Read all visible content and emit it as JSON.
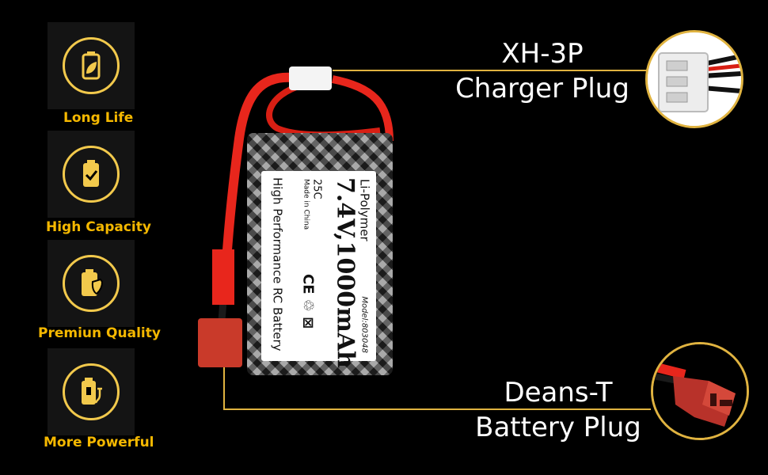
{
  "features": [
    {
      "label": "Long Life",
      "icon": "battery-leaf-icon"
    },
    {
      "label": "High Capacity",
      "icon": "battery-check-icon"
    },
    {
      "label": "Premiun Quality",
      "icon": "battery-shield-icon"
    },
    {
      "label": "More Powerful",
      "icon": "battery-plug-icon"
    }
  ],
  "battery_label": {
    "chemistry": "Li-Polymer",
    "model": "Model:803048",
    "spec": "7.4V,1000mAh",
    "rating": "25C",
    "origin": "Made in China",
    "marks": "CE ♲ ⊠",
    "tagline": "High Performance RC Battery"
  },
  "callouts": {
    "charger": {
      "line1": "XH-3P",
      "line2": "Charger Plug"
    },
    "battery": {
      "line1": "Deans-T",
      "line2": "Battery Plug"
    }
  },
  "colors": {
    "accent": "#f5b800",
    "ring": "#f2c94c",
    "leader": "#e0b340",
    "wire": "#e8261c"
  }
}
